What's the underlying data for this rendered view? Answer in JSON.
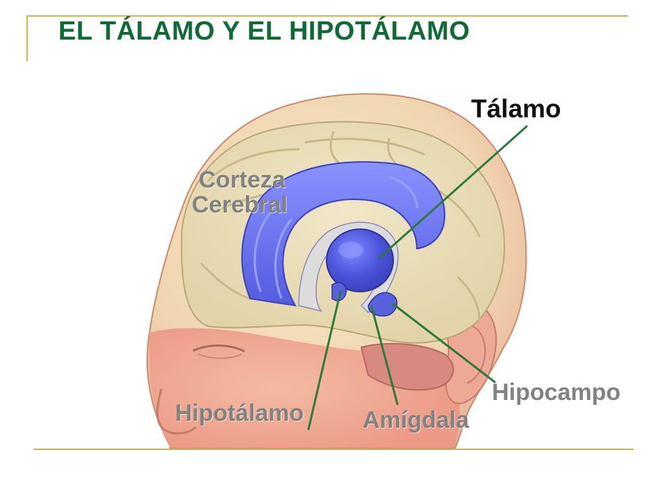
{
  "title": "EL TÁLAMO Y EL HIPOTÁLAMO",
  "labels": {
    "talamo": "Tálamo",
    "corteza_line1": "Corteza",
    "corteza_line2": "Cerebral",
    "hipotalamo": "Hipotálamo",
    "amigdala": "Amígdala",
    "hipocampo": "Hipocampo"
  },
  "colors": {
    "title": "#0f6b34",
    "rule": "#c8b74a",
    "label": "#828282",
    "leader_line": "#2a7a3c",
    "limbic": "#5a62e0"
  }
}
